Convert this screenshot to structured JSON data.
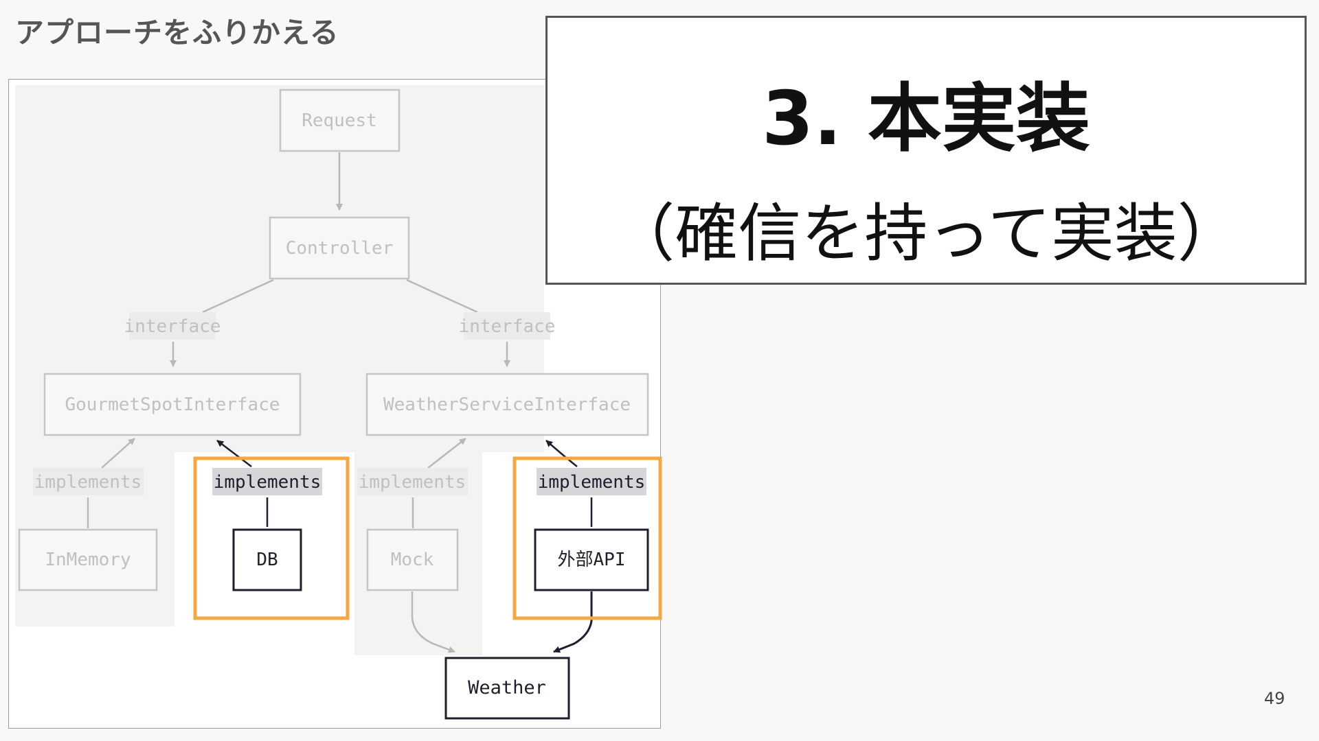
{
  "slide": {
    "title": "アプローチをふりかえる",
    "page_number": "49"
  },
  "callout": {
    "heading": "3. 本実装",
    "subheading": "（確信を持って実装）"
  },
  "diagram": {
    "nodes": {
      "request": "Request",
      "controller": "Controller",
      "gourmet_interface": "GourmetSpotInterface",
      "weather_interface": "WeatherServiceInterface",
      "inmemory": "InMemory",
      "db": "DB",
      "mock": "Mock",
      "external_api": "外部API",
      "weather": "Weather"
    },
    "edge_labels": {
      "interface_left": "interface",
      "interface_right": "interface",
      "implements_inmemory": "implements",
      "implements_db": "implements",
      "implements_mock": "implements",
      "implements_api": "implements"
    },
    "colors": {
      "faded": "#b8b8b8",
      "active": "#1e1e2e",
      "highlight": "#f5a742",
      "panel": "#f3f3f4"
    }
  }
}
